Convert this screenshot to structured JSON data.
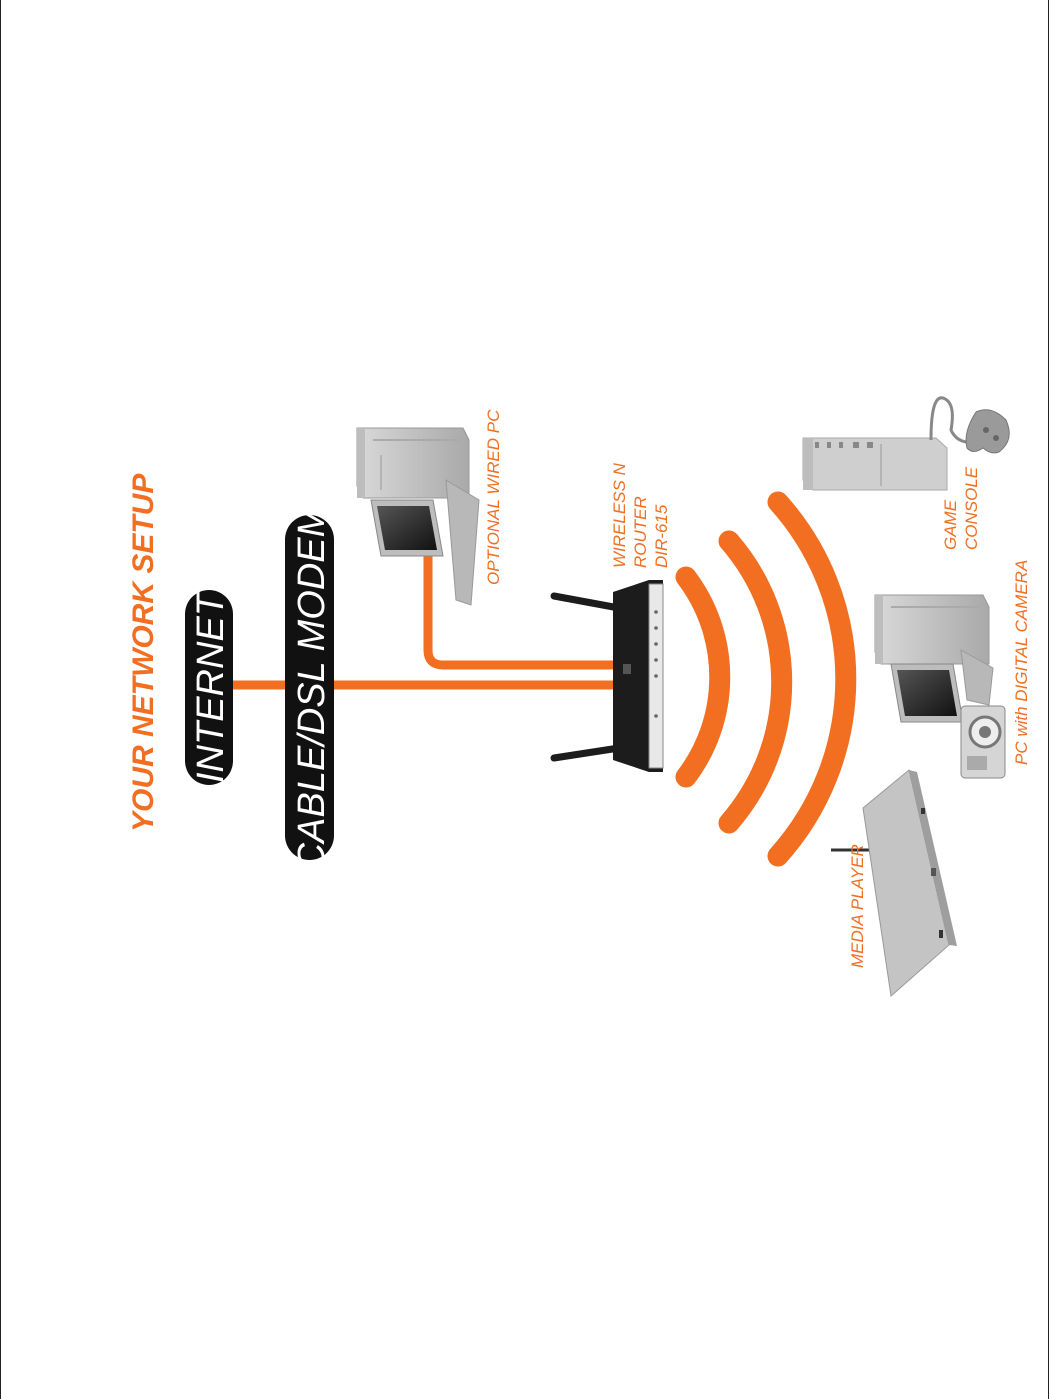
{
  "diagram": {
    "title": "YOUR NETWORK SETUP",
    "nodes": {
      "internet": "INTERNET",
      "modem": "CABLE/DSL MODEM",
      "router_line1": "WIRELESS N",
      "router_line2": "ROUTER",
      "router_line3": "DIR-615",
      "wired_pc": "OPTIONAL WIRED PC",
      "game_console_line1": "GAME",
      "game_console_line2": "CONSOLE",
      "pc_camera": "PC with DIGITAL CAMERA",
      "media_player": "MEDIA PLAYER"
    },
    "connections": [
      {
        "from": "INTERNET",
        "to": "CABLE/DSL MODEM",
        "type": "wired"
      },
      {
        "from": "CABLE/DSL MODEM",
        "to": "WIRELESS N ROUTER",
        "type": "wired"
      },
      {
        "from": "OPTIONAL WIRED PC",
        "to": "WIRELESS N ROUTER",
        "type": "wired"
      },
      {
        "from": "WIRELESS N ROUTER",
        "to": "GAME CONSOLE",
        "type": "wireless"
      },
      {
        "from": "WIRELESS N ROUTER",
        "to": "PC with DIGITAL CAMERA",
        "type": "wireless"
      },
      {
        "from": "WIRELESS N ROUTER",
        "to": "MEDIA PLAYER",
        "type": "wireless"
      }
    ]
  },
  "colors": {
    "accent": "#f26f21",
    "pill": "#111111",
    "device_gray": "#c9c9c9",
    "device_dark": "#1c1c1c"
  },
  "icons": [
    "router-icon",
    "desktop-pc-icon",
    "game-console-icon",
    "gamepad-icon",
    "digital-camera-icon",
    "media-player-icon",
    "wireless-wave-icon"
  ]
}
